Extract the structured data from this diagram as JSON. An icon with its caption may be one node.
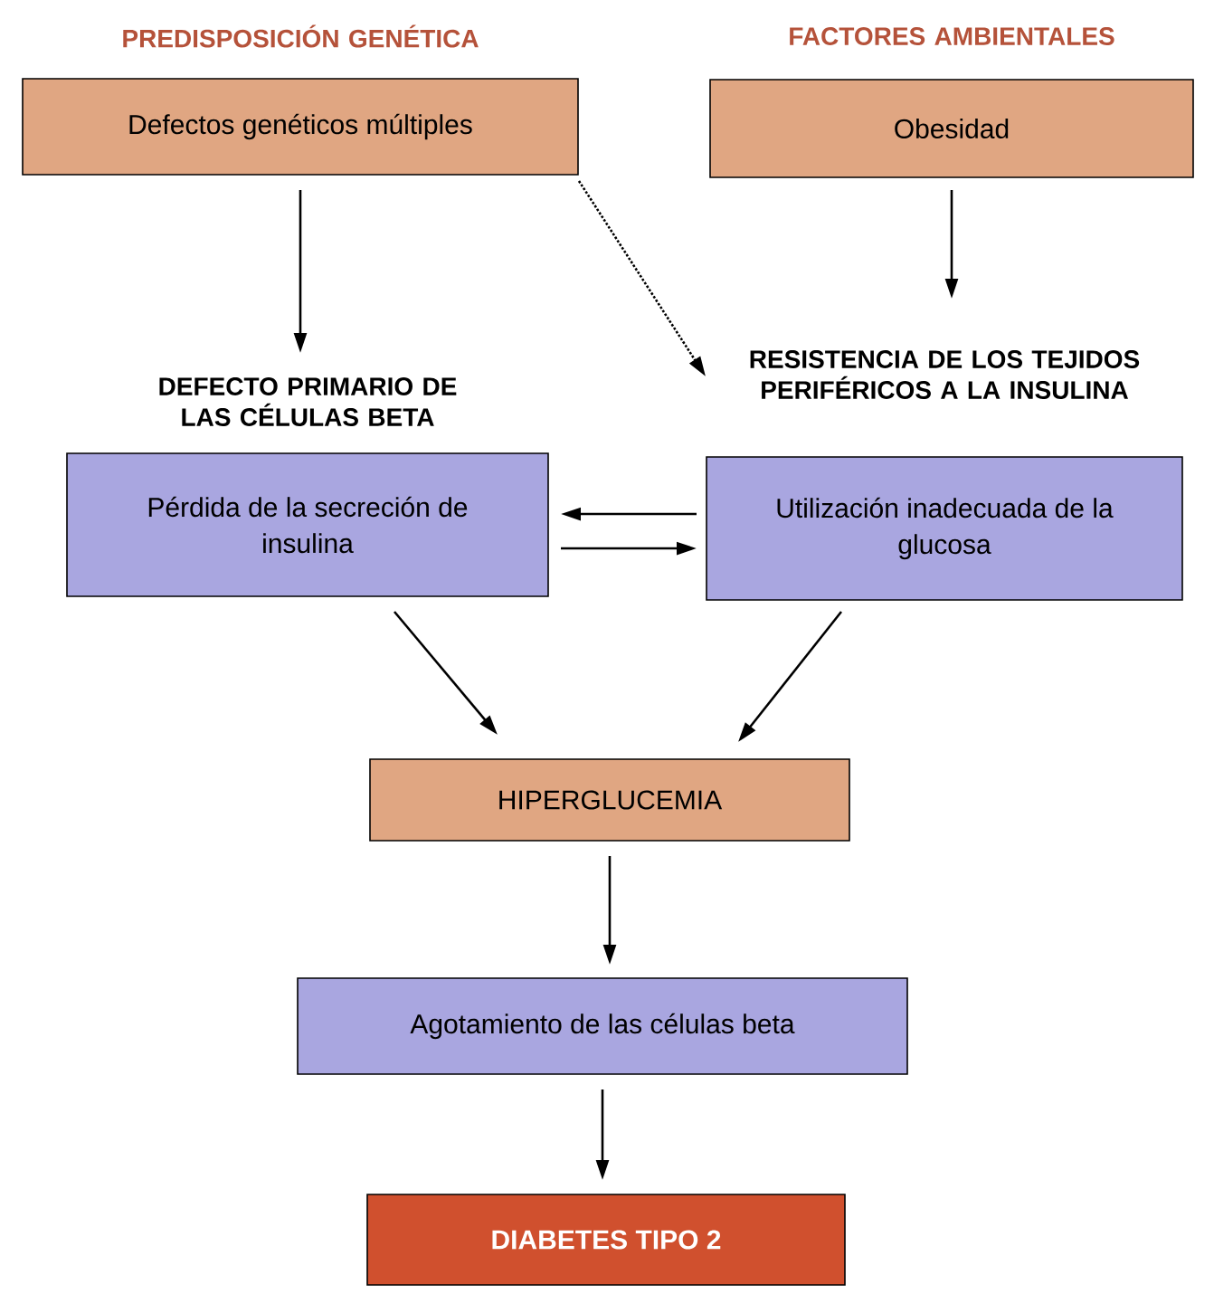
{
  "diagram": {
    "nodes": [
      {
        "text": [
          "PREDISPOSICIÓN GENÉTICA",
          "Defectos genéticos múltiples"
        ]
      },
      {
        "text": [
          "FACTORES AMBIENTALES",
          "Obesidad"
        ]
      },
      {
        "text": [
          "DEFECTO PRIMARIO DE LAS CÉLULAS BETA",
          "Pérdida de la secreción de insulina"
        ]
      },
      {
        "text": [
          "RESISTENCIA DE LOS TEJIDOS PERIFÉRICOS A LA INSULINA",
          "Utilización inadecuada de la glucosa"
        ]
      },
      {
        "text": [
          "HIPERGLUCEMIA"
        ]
      },
      {
        "text": [
          "Agotamiento de las células beta"
        ]
      },
      {
        "text": [
          "DIABETES TIPO 2"
        ]
      }
    ],
    "edges": [
      {
        "from": 0,
        "to": 2,
        "arrow": "to"
      },
      {
        "from": 1,
        "to": 3,
        "arrow": "to"
      },
      {
        "from": 0,
        "to": 3,
        "arrow": "to",
        "style": "dashed"
      },
      {
        "from": 3,
        "to": 2,
        "arrow": "to"
      },
      {
        "from": 2,
        "to": 3,
        "arrow": "to"
      },
      {
        "from": 2,
        "to": 4,
        "arrow": "to"
      },
      {
        "from": 3,
        "to": 4,
        "arrow": "to"
      },
      {
        "from": 4,
        "to": 5,
        "arrow": "to"
      },
      {
        "from": 5,
        "to": 6,
        "arrow": "to"
      }
    ]
  }
}
